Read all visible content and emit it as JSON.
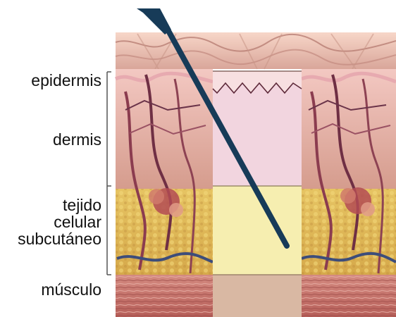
{
  "labels": {
    "epidermis": "epidermis",
    "dermis": "dermis",
    "tejido_line1": "tejido",
    "tejido_line2": "celular",
    "tejido_line3": "subcutáneo",
    "musculo": "músculo"
  },
  "colors": {
    "epidermis_column": "#f7dfe1",
    "dermis_column": "#f2d5df",
    "subcutaneous_column": "#f6eeb0",
    "muscle_column": "#d9b8a3",
    "needle": "#173b58",
    "skin_surface": "#f0c9b8",
    "tissue_dermis": "#d9a094",
    "tissue_fat": "#e1bf60",
    "tissue_muscle": "#c96d67"
  },
  "icons": {
    "needle": "needle-icon"
  }
}
